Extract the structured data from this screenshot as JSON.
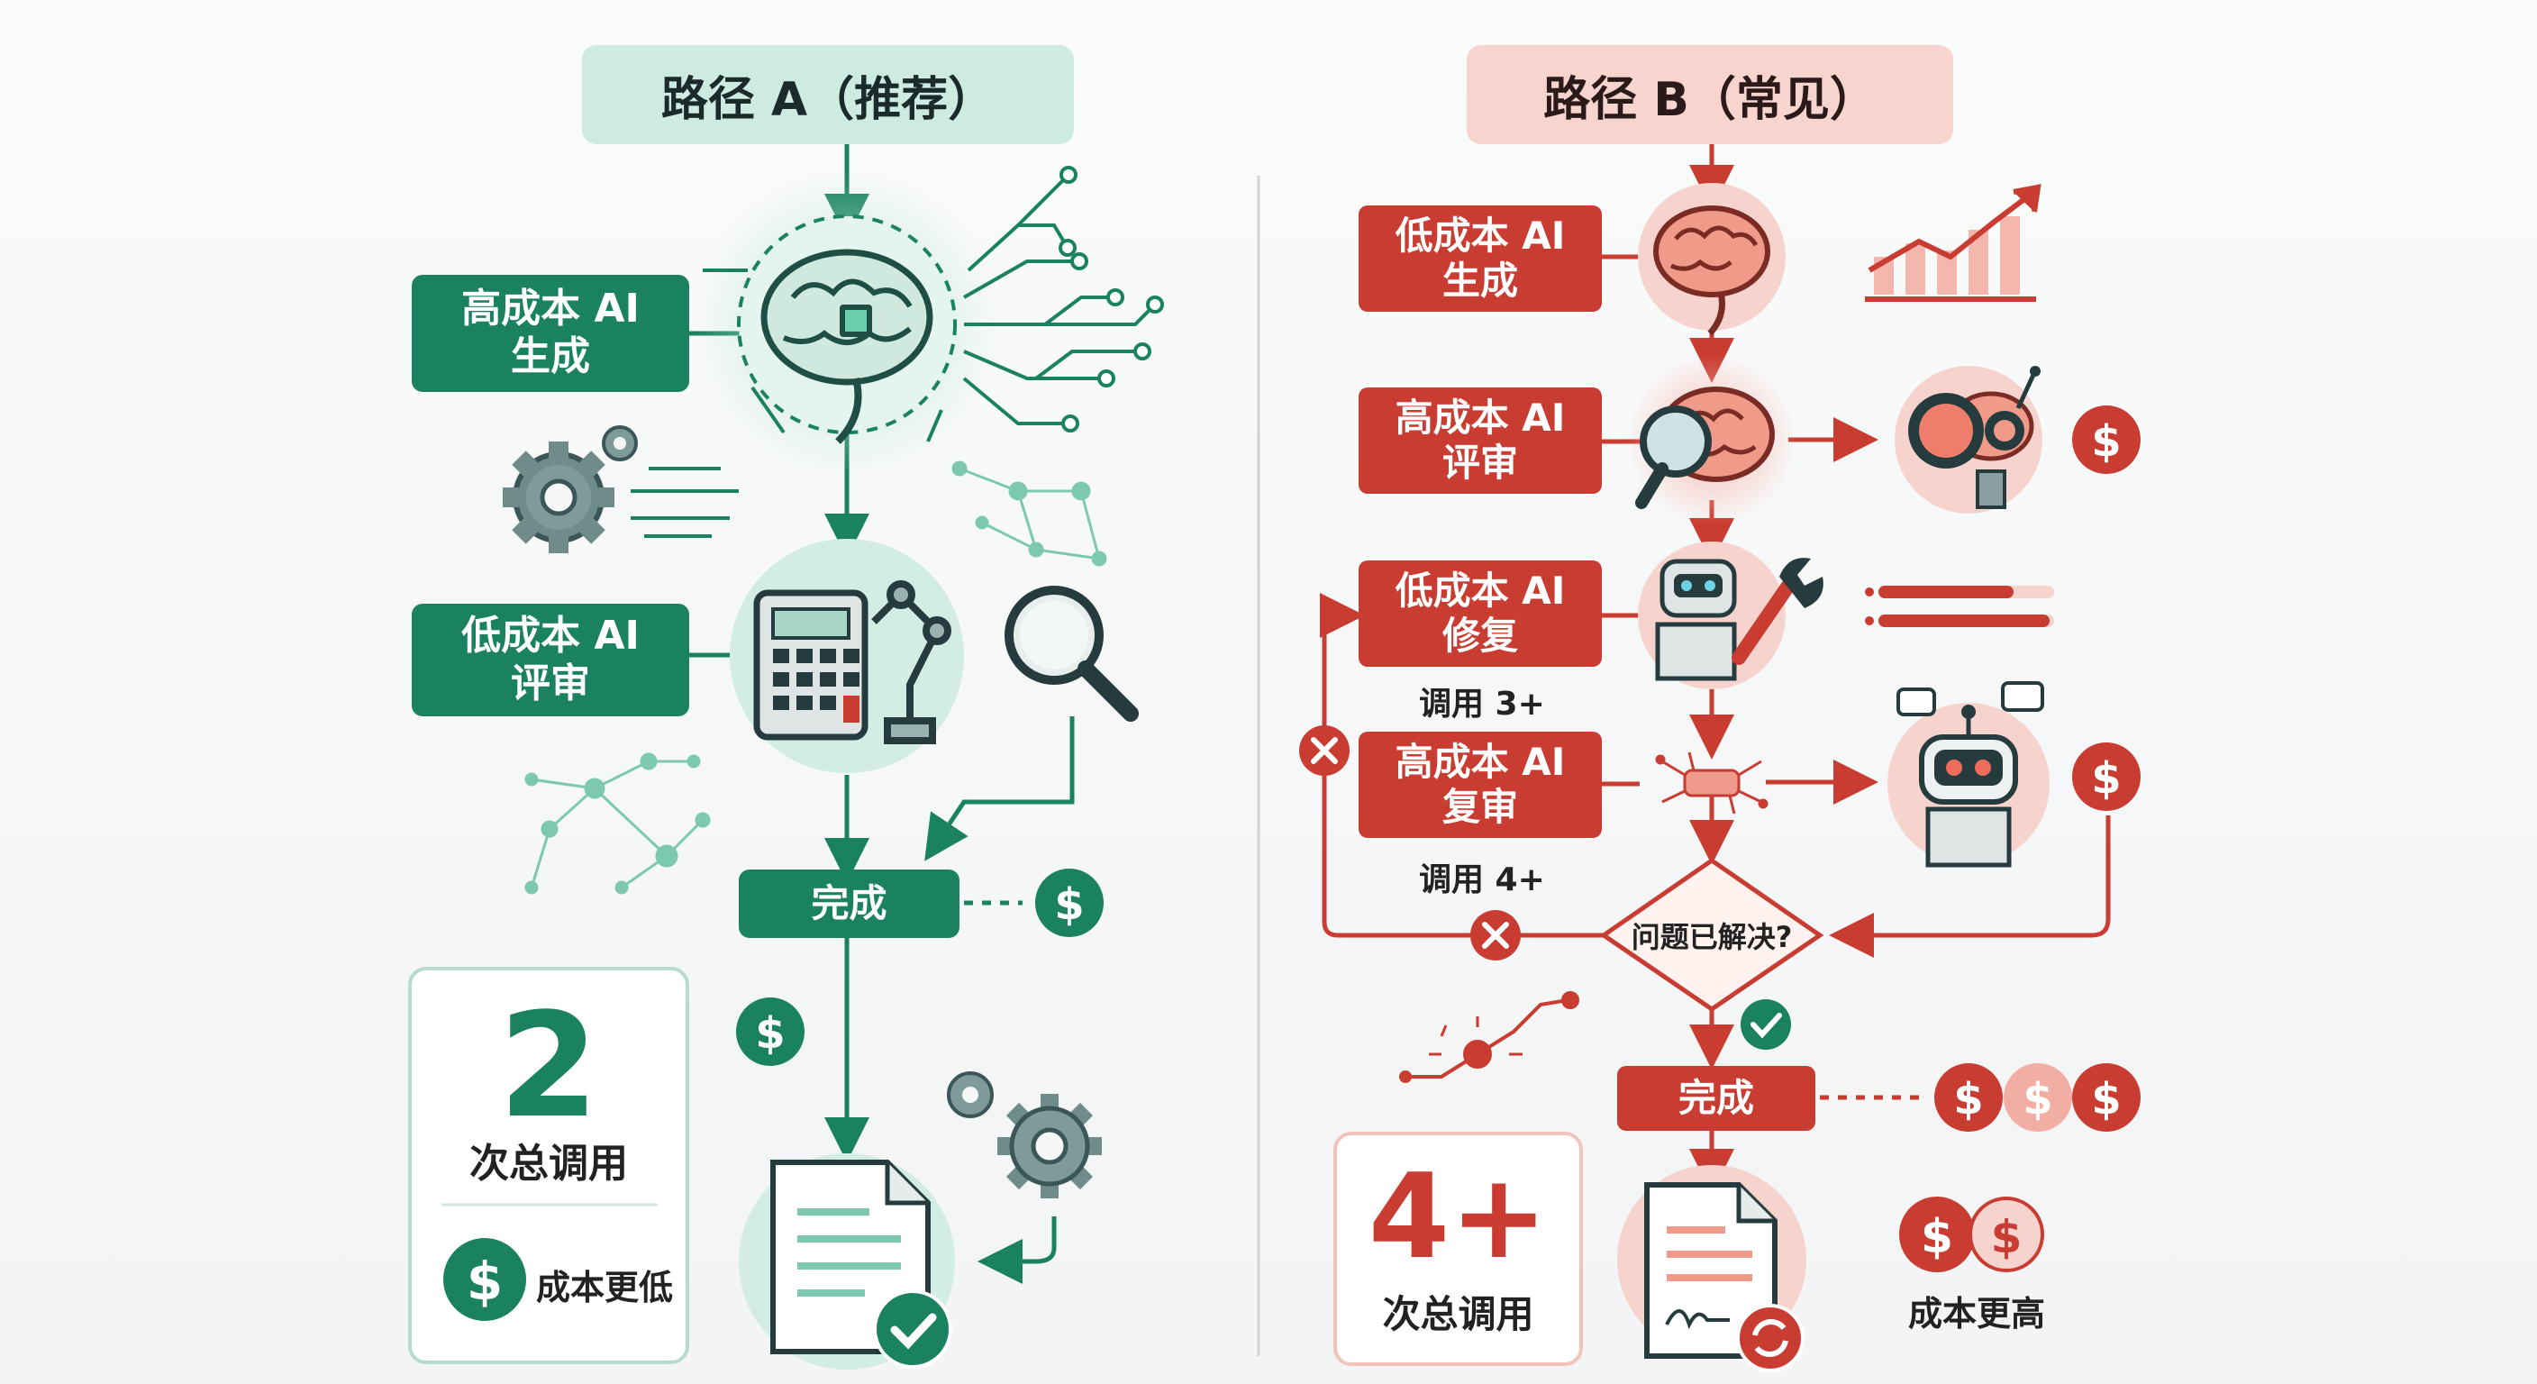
{
  "path_a": {
    "title": "路径 A（推荐）",
    "step1": "高成本 AI\n生成",
    "step2": "低成本 AI\n评审",
    "done": "完成",
    "calls_number": "2",
    "calls_label": "次总调用",
    "cost_label": "成本更低"
  },
  "path_b": {
    "title": "路径 B（常见）",
    "step1": "低成本 AI\n生成",
    "step2": "高成本 AI\n评审",
    "step3": "低成本 AI\n修复",
    "step3_note": "调用 3+",
    "step4": "高成本 AI\n复审",
    "step4_note": "调用 4+",
    "decision": "问题已解决?",
    "done": "完成",
    "calls_number": "4+",
    "calls_label": "次总调用",
    "cost_label": "成本更高"
  },
  "colors": {
    "green": "#1a8161",
    "green_light": "#cdebe1",
    "red": "#c93c31",
    "red_light": "#f8d4cf"
  },
  "icons": [
    "brain-icon",
    "gear-icon",
    "calculator-icon",
    "robot-arm-icon",
    "magnifier-icon",
    "dollar-icon",
    "document-check-icon",
    "circuit-icon",
    "network-icon",
    "trend-chart-icon",
    "robot-icon",
    "wrench-icon",
    "close-icon",
    "check-icon",
    "refresh-icon",
    "document-signed-icon"
  ]
}
